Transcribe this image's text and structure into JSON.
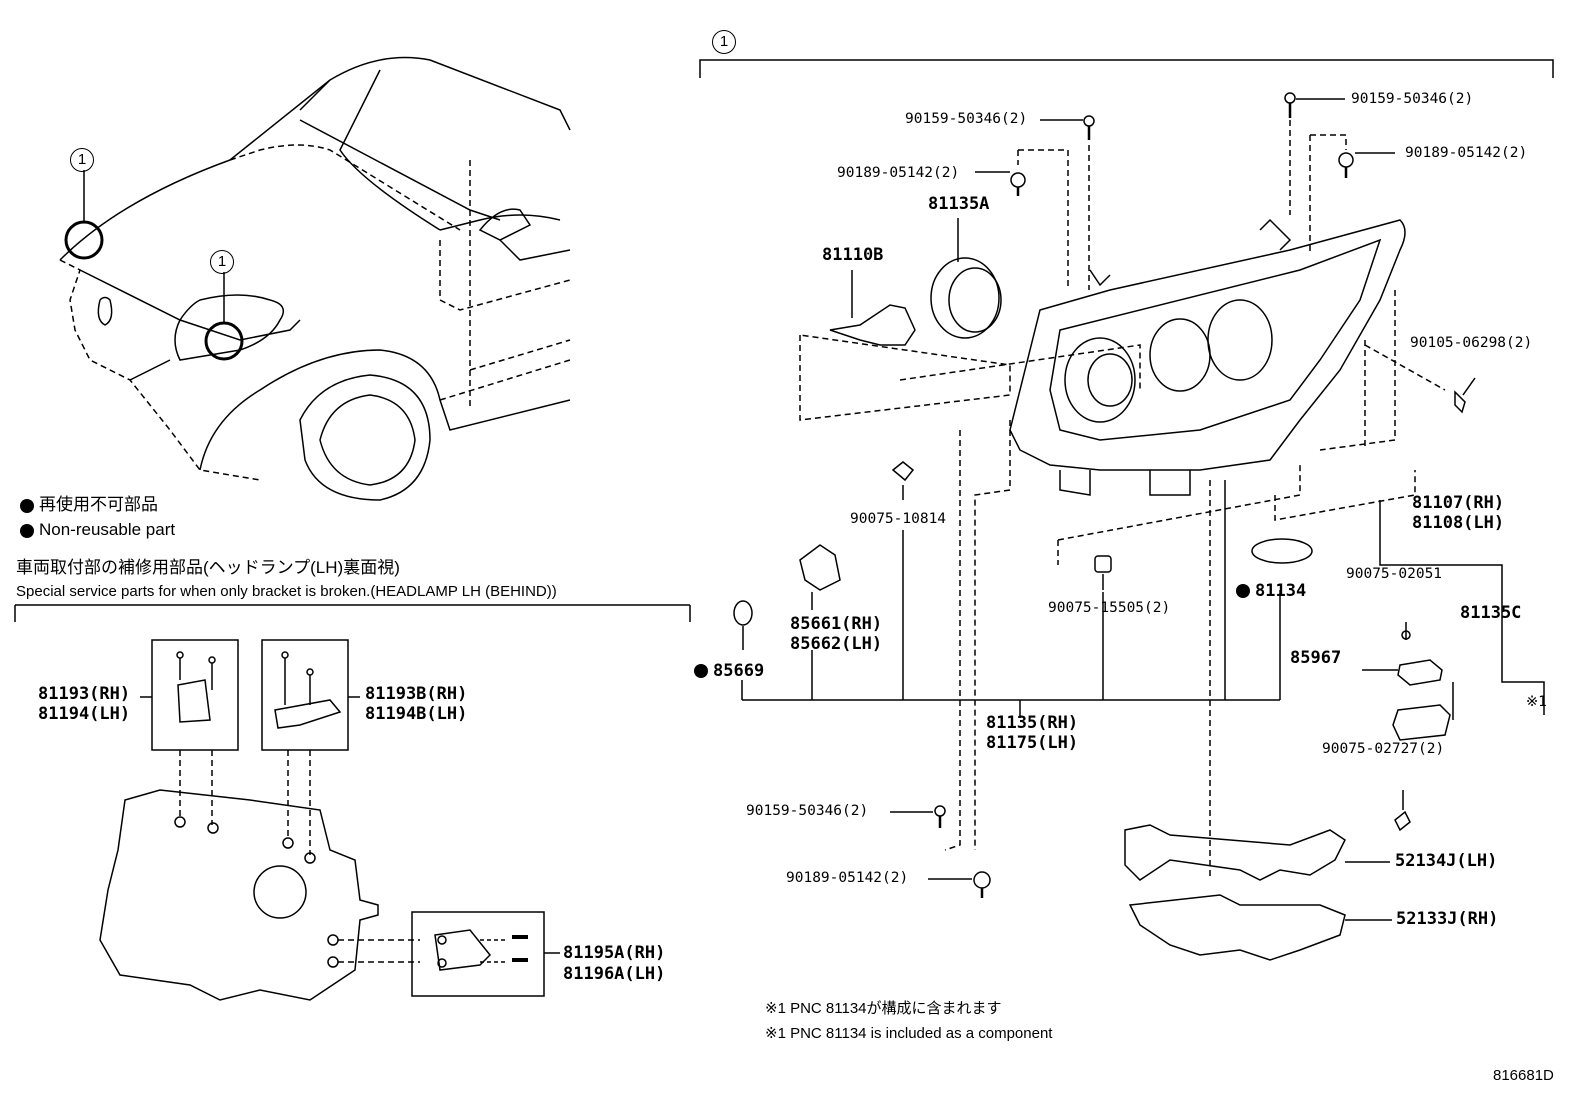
{
  "diagram": {
    "ref_marker": "1",
    "figure_id": "816681D"
  },
  "legend": {
    "jp": "再使用不可部品",
    "en": "Non-reusable part"
  },
  "service_section": {
    "title_jp": "車両取付部の補修用部品(ヘッドランプ(LH)裏面視)",
    "title_en": "Special service parts for when only bracket is broken.(HEADLAMP LH (BEHIND))"
  },
  "notes": {
    "jp": "※1 PNC 81134が構成に含まれます",
    "en": "※1 PNC 81134 is included as a component",
    "ref_mark": "※1"
  },
  "parts": {
    "p90159_a": "90159-50346(2)",
    "p90159_b": "90159-50346(2)",
    "p90159_c": "90159-50346(2)",
    "p90189_a": "90189-05142(2)",
    "p90189_b": "90189-05142(2)",
    "p90189_c": "90189-05142(2)",
    "p81135A": "81135A",
    "p81110B": "81110B",
    "p90105": "90105-06298(2)",
    "p81107": "81107(RH)",
    "p81108": "81108(LH)",
    "p90075_10814": "90075-10814",
    "p90075_15505": "90075-15505(2)",
    "p81134": "81134",
    "p90075_02051": "90075-02051",
    "p81135C": "81135C",
    "p85661": "85661(RH)",
    "p85662": "85662(LH)",
    "p85669": "85669",
    "p85967": "85967",
    "p81135": "81135(RH)",
    "p81175": "81175(LH)",
    "p90075_02727": "90075-02727(2)",
    "p52134J": "52134J(LH)",
    "p52133J": "52133J(RH)",
    "p81193": "81193(RH)",
    "p81194": "81194(LH)",
    "p81193B": "81193B(RH)",
    "p81194B": "81194B(LH)",
    "p81195A": "81195A(RH)",
    "p81196A": "81196A(LH)"
  }
}
